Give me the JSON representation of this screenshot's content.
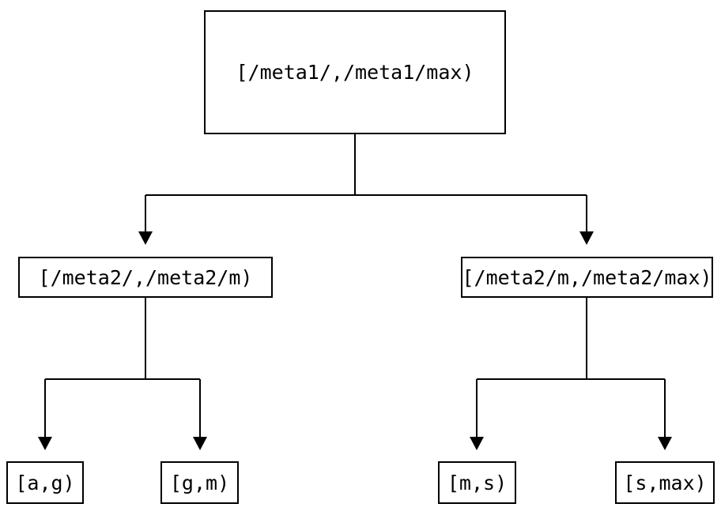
{
  "diagram": {
    "type": "binary-range-partition-tree",
    "background_color": "#ffffff",
    "line_color": "#000000",
    "text_color": "#000000",
    "nodes": {
      "root": {
        "label": "[/meta1/,/meta1/max)"
      },
      "left": {
        "label": "[/meta2/,/meta2/m)"
      },
      "right": {
        "label": "[/meta2/m,/meta2/max)"
      },
      "leaf_ag": {
        "label": "[a,g)"
      },
      "leaf_gm": {
        "label": "[g,m)"
      },
      "leaf_ms": {
        "label": "[m,s)"
      },
      "leaf_smax": {
        "label": "[s,max)"
      }
    },
    "edges": [
      {
        "from": "root",
        "to": "left"
      },
      {
        "from": "root",
        "to": "right"
      },
      {
        "from": "left",
        "to": "leaf_ag"
      },
      {
        "from": "left",
        "to": "leaf_gm"
      },
      {
        "from": "right",
        "to": "leaf_ms"
      },
      {
        "from": "right",
        "to": "leaf_smax"
      }
    ]
  }
}
